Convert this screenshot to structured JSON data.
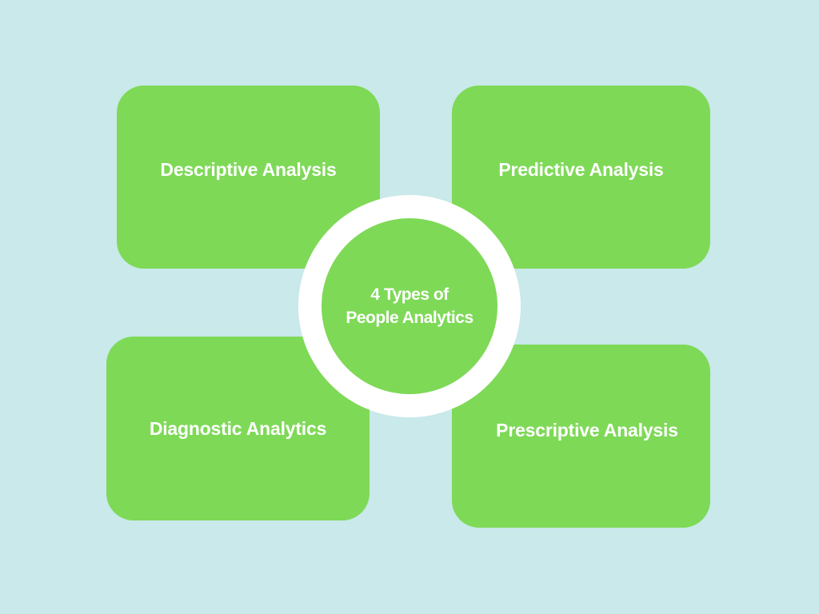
{
  "center": {
    "line1": "4 Types of",
    "line2": "People Analytics"
  },
  "types": [
    {
      "label": "Descriptive Analysis"
    },
    {
      "label": "Predictive Analysis"
    },
    {
      "label": "Diagnostic Analytics"
    },
    {
      "label": "Prescriptive Analysis"
    }
  ],
  "colors": {
    "background": "#c9e9ea",
    "box": "#7ed957",
    "ring": "#ffffff",
    "text": "#ffffff"
  }
}
